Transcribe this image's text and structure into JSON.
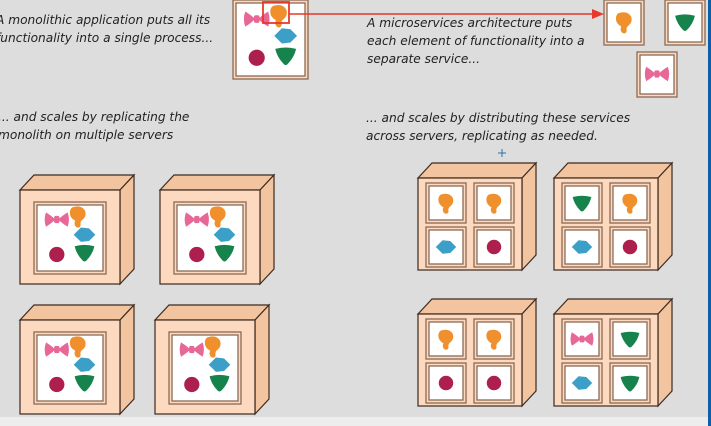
{
  "captions": {
    "mono_intro": [
      "A monolithic application puts all its",
      "functionality into a single process..."
    ],
    "micro_intro": [
      "A microservices architecture puts",
      "each element of functionality into a",
      "separate service..."
    ],
    "mono_scale": [
      "... and scales by replicating the",
      "monolith on multiple servers"
    ],
    "micro_scale": [
      "... and scales by distributing these services",
      "across servers, replicating as needed."
    ]
  },
  "colors": {
    "background": "#dddddd",
    "box_fill": "#fcd9bf",
    "box_side": "#f3c4a0",
    "box_stroke": "#3d2a1f",
    "frame_stroke": "#8a6a55",
    "service_pink": "#e76797",
    "service_orange": "#f0902c",
    "service_teal": "#3b9fc8",
    "service_maroon": "#ad1f4d",
    "service_green": "#17834c",
    "highlight": "#e53a2c"
  },
  "service_icons": [
    "bow-tie-icon",
    "ear-icon",
    "diamond-icon",
    "circle-icon",
    "triangle-icon"
  ],
  "micro_servers": [
    [
      "ear-icon",
      "ear-icon",
      "diamond-icon",
      "circle-icon"
    ],
    [
      "triangle-icon",
      "ear-icon",
      "diamond-icon",
      "circle-icon"
    ],
    [
      "ear-icon",
      "ear-icon",
      "circle-icon",
      "circle-icon"
    ],
    [
      "bow-tie-icon",
      "triangle-icon",
      "diamond-icon",
      "triangle-icon"
    ]
  ]
}
